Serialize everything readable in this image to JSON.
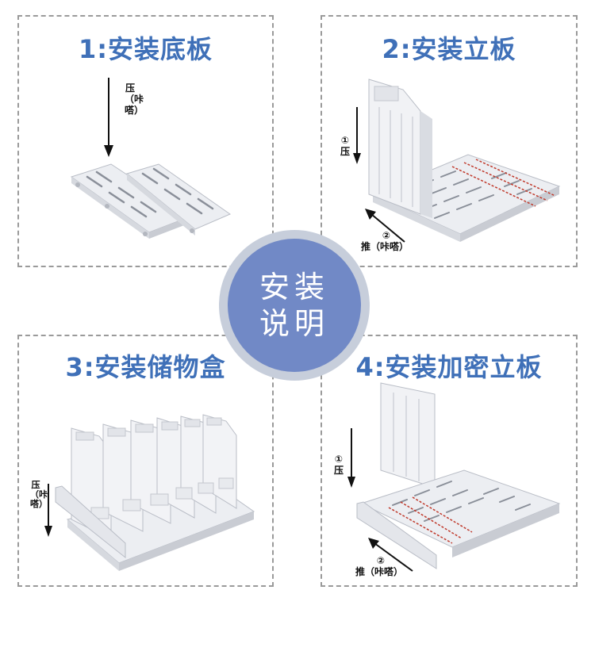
{
  "center": {
    "line1": "安装",
    "line2": "说明"
  },
  "steps": [
    {
      "title": "1:安装底板",
      "action": "压（咔嗒）"
    },
    {
      "title": "2:安装立板",
      "action1_num": "①",
      "action1": "压",
      "action2_num": "②",
      "action2": "推（咔嗒）"
    },
    {
      "title": "3:安装储物盒",
      "action": "压（咔嗒）"
    },
    {
      "title": "4:安装加密立板",
      "action1_num": "①",
      "action1": "压",
      "action2_num": "②",
      "action2": "推（咔嗒）"
    }
  ],
  "colors": {
    "title": "#3f70b8",
    "badge_outer": "#c7cedb",
    "badge_inner": "#7189c6",
    "dash": "#9a9a9a",
    "accent_line": "#c0392b"
  }
}
